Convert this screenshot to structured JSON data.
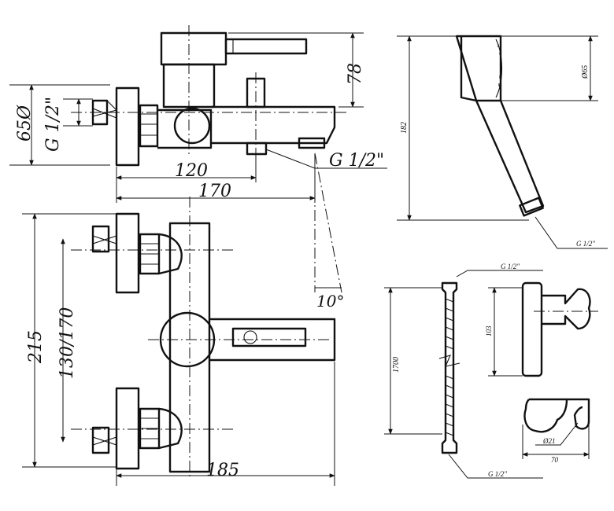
{
  "mixer": {
    "side_view": {
      "dim_diameter": "65Ø",
      "dim_inlet_thread": "G 1/2\"",
      "dim_lever_height": "78",
      "dim_outlet_thread": "G 1/2\"",
      "dim_spout_120": "120",
      "dim_spout_170": "170"
    },
    "front_view": {
      "dim_height": "215",
      "dim_centers": "130/170",
      "dim_width": "185",
      "dim_angle": "10°"
    }
  },
  "hand_shower": {
    "dim_length": "182",
    "dim_head_diameter": "Ø65",
    "dim_thread": "G 1/2\""
  },
  "hose": {
    "dim_length": "1700",
    "dim_thread_top": "G 1/2\"",
    "dim_thread_bottom": "G 1/2\""
  },
  "wall_holder": {
    "dim_height": "103",
    "dim_diameter": "Ø21",
    "dim_depth": "70"
  }
}
